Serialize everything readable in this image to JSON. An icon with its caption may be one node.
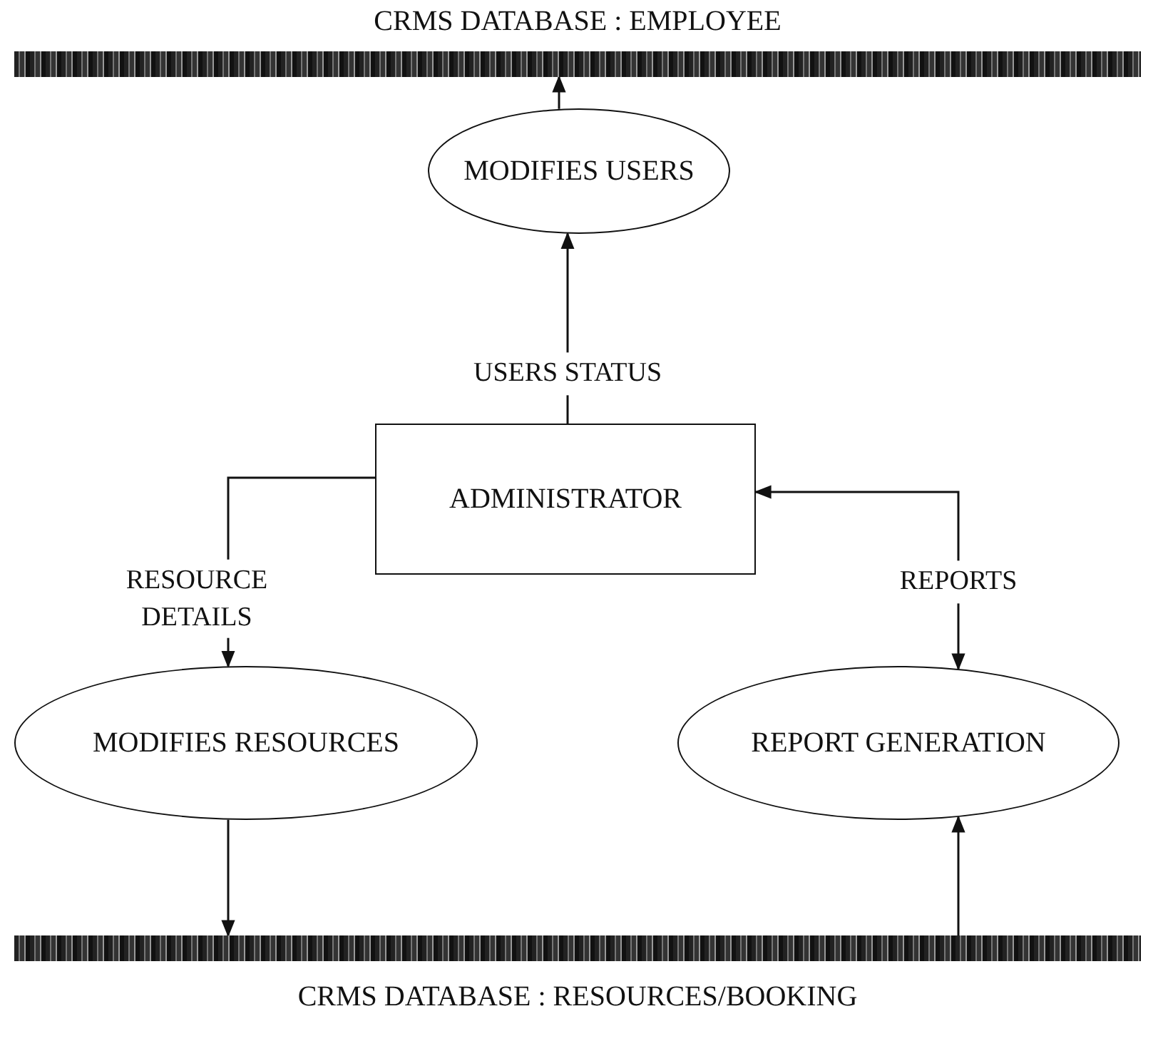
{
  "diagram": {
    "nodes": [
      {
        "text": [
          "CRMS DATABASE : EMPLOYEE"
        ]
      },
      {
        "text": [
          "MODIFIES USERS"
        ]
      },
      {
        "text": [
          "ADMINISTRATOR"
        ]
      },
      {
        "text": [
          "MODIFIES RESOURCES"
        ]
      },
      {
        "text": [
          "REPORT GENERATION"
        ]
      },
      {
        "text": [
          "CRMS DATABASE : RESOURCES/BOOKING"
        ]
      }
    ],
    "edges": [
      {
        "from": 2,
        "to": 1,
        "arrow": "to",
        "label": "USERS STATUS"
      },
      {
        "from": 1,
        "to": 0,
        "arrow": "to"
      },
      {
        "from": 2,
        "to": 3,
        "arrow": "to",
        "label": "RESOURCE DETAILS"
      },
      {
        "from": 4,
        "to": 2,
        "arrow": "both",
        "label": "REPORTS"
      },
      {
        "from": 3,
        "to": 5,
        "arrow": "to"
      },
      {
        "from": 5,
        "to": 4,
        "arrow": "to"
      }
    ]
  }
}
